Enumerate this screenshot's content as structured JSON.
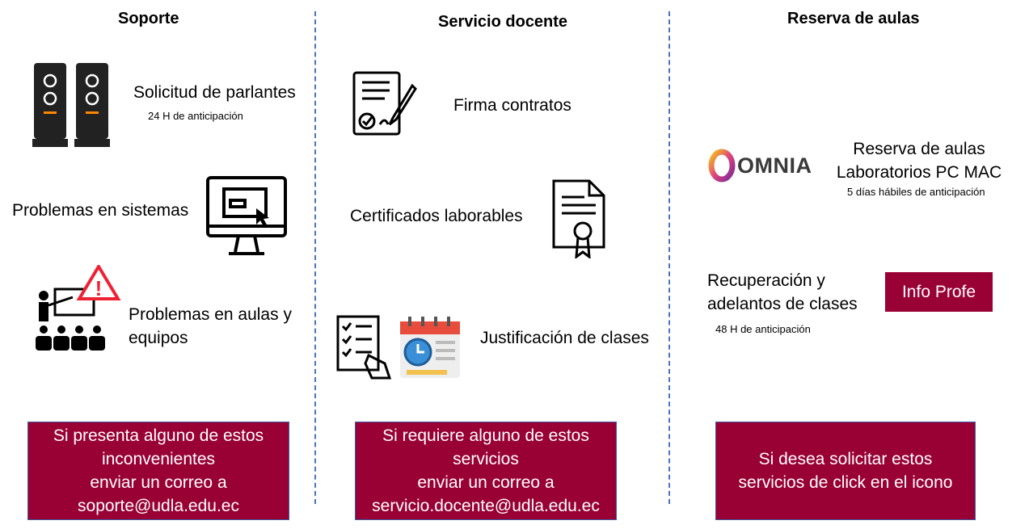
{
  "columns": {
    "soporte": {
      "title": "Soporte",
      "items": [
        {
          "label": "Solicitud de parlantes",
          "note": "24 H de anticipación"
        },
        {
          "label": "Problemas en sistemas"
        },
        {
          "label_lines": [
            "Problemas en aulas y",
            "equipos"
          ]
        }
      ],
      "box_lines": [
        "Si presenta alguno de estos",
        "inconvenientes",
        "enviar un correo a",
        "soporte@udla.edu.ec"
      ]
    },
    "docente": {
      "title": "Servicio docente",
      "items": [
        {
          "label": "Firma contratos"
        },
        {
          "label": "Certificados laborables"
        },
        {
          "label": "Justificación de clases"
        }
      ],
      "box_lines": [
        "Si requiere alguno de estos",
        "servicios",
        "enviar un correo a",
        "servicio.docente@udla.edu.ec"
      ]
    },
    "reserva": {
      "title": "Reserva de aulas",
      "omnia_logo": "OMNIA",
      "reserva_lines": [
        "Reserva de aulas",
        "Laboratorios PC MAC"
      ],
      "reserva_note": "5 días hábiles de anticipación",
      "recuperacion_lines": [
        "Recuperación y",
        "adelantos de clases"
      ],
      "recuperacion_note": "48 H de anticipación",
      "info_button": "Info Profe",
      "box_lines": [
        "Si desea solicitar estos",
        "servicios de click en el icono"
      ]
    }
  },
  "colors": {
    "accent": "#990033",
    "divider": "#4a72c4"
  }
}
